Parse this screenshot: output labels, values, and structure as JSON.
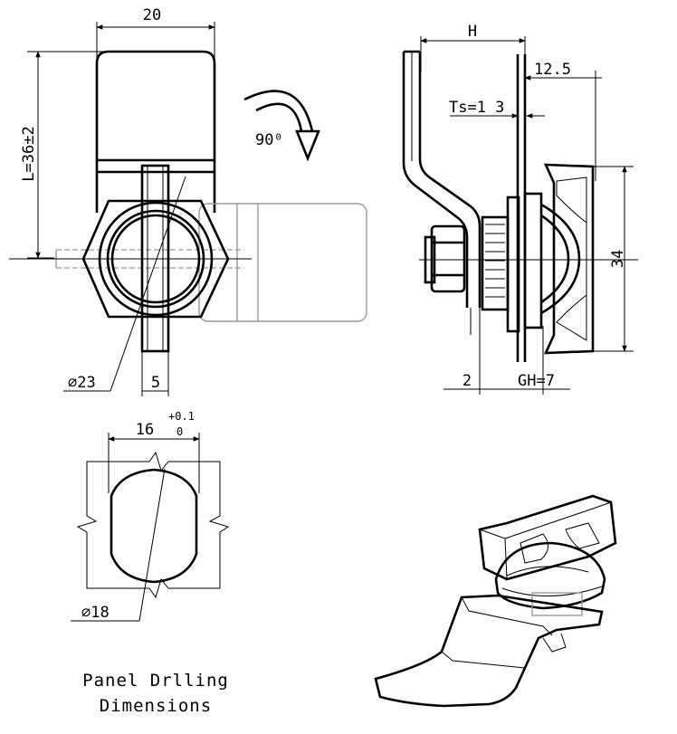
{
  "front_view": {
    "width_dim": "20",
    "length_dim": "L=36±2",
    "rotation_label": "90⁰",
    "diameter_dim": "∅23",
    "slot_dim": "5"
  },
  "side_view": {
    "h_dim": "H",
    "offset_dim": "12.5",
    "ts_dim": "Ts=1 3",
    "height_dim": "34",
    "washer_dim": "2",
    "gh_dim": "GH=7"
  },
  "panel_drilling": {
    "width_dim": "16",
    "tol_upper": "+0.1",
    "tol_lower": "0",
    "diameter_dim": "∅18",
    "caption_line1": "Panel Drlling",
    "caption_line2": "Dimensions"
  },
  "colors": {
    "line": "#000000",
    "ghost": "#9a9a9a",
    "background": "#ffffff"
  }
}
